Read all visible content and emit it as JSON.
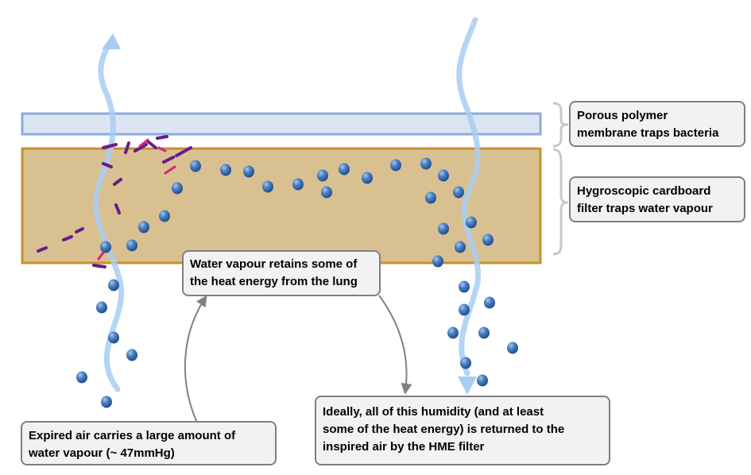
{
  "labels": {
    "membrane": "Porous polymer\nmembrane traps bacteria",
    "filter": "Hygroscopic cardboard\nfilter traps water vapour",
    "heat": "Water vapour retains some of\nthe heat energy from the lung",
    "expired": "Expired air carries a large amount of\nwater vapour (~ 47mmHg)",
    "returned": "Ideally, all of this humidity (and at least\nsome of the heat energy)  is returned to the\ninspired air by the HME filter"
  },
  "colors": {
    "membrane_fill": "#dbe5f1",
    "membrane_stroke": "#8eaadb",
    "filter_fill": "#d9c090",
    "filter_stroke": "#c6922c",
    "airflow": "#a9cdf2",
    "droplet": "#3d6fb3",
    "bacteria": "#6a1b8a",
    "bacteria_accent": "#d6247a",
    "callout_border": "#7f7f7f",
    "callout_fill": "#f2f2f2"
  }
}
